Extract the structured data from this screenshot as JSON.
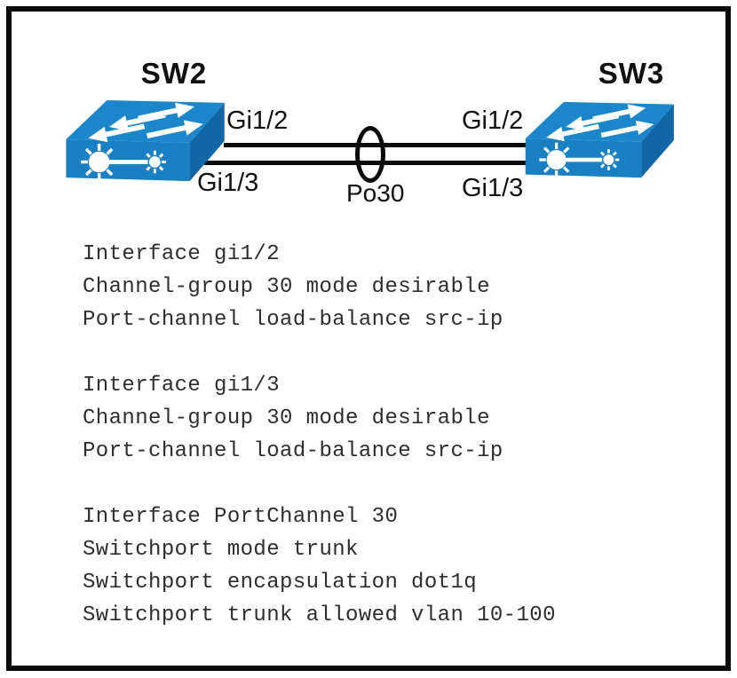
{
  "diagram": {
    "switches": [
      {
        "name": "SW2",
        "port_top": "Gi1/2",
        "port_bottom": "Gi1/3"
      },
      {
        "name": "SW3",
        "port_top": "Gi1/2",
        "port_bottom": "Gi1/3"
      }
    ],
    "port_channel": {
      "label": "Po30"
    },
    "icon_colors": {
      "top": "#1b86ca",
      "front": "#1a80c4",
      "side": "#1266a6"
    },
    "line_color": "#0b0b0b"
  },
  "config_lines": [
    "Interface gi1/2",
    "Channel-group 30 mode desirable",
    "Port-channel load-balance src-ip",
    "",
    "Interface gi1/3",
    "Channel-group 30 mode desirable",
    "Port-channel load-balance src-ip",
    "",
    "Interface PortChannel 30",
    "Switchport mode trunk",
    "Switchport encapsulation dot1q",
    "Switchport trunk allowed vlan 10-100"
  ]
}
